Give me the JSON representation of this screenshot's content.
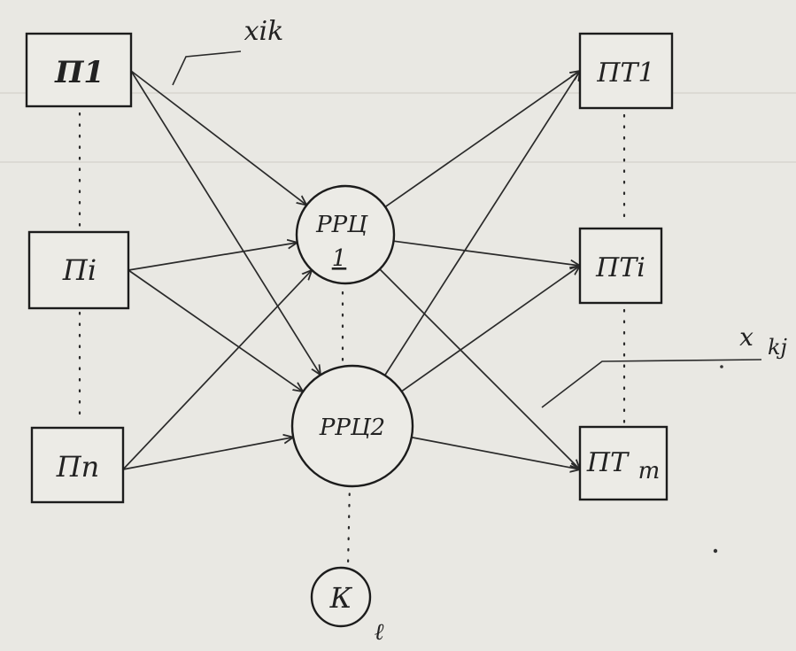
{
  "sources": [
    {
      "id": "s1",
      "label": "П1"
    },
    {
      "id": "si",
      "label": "Пi"
    },
    {
      "id": "sn",
      "label": "Пn"
    }
  ],
  "routers": [
    {
      "id": "r1",
      "label_top": "РРЦ",
      "label_bottom": "1"
    },
    {
      "id": "r2",
      "label": "РРЦ2"
    },
    {
      "id": "rk",
      "label": "К",
      "subscript": "ℓ"
    }
  ],
  "targets": [
    {
      "id": "t1",
      "label": "ПТ1"
    },
    {
      "id": "ti",
      "label": "ПТi"
    },
    {
      "id": "tm",
      "label": "ПТ",
      "subscript": "m"
    }
  ],
  "edge_labels": {
    "source_to_router": "xik",
    "router_to_target_base": "x",
    "router_to_target_sub": "kj"
  },
  "edges": [
    [
      "s1",
      "r1"
    ],
    [
      "s1",
      "r2"
    ],
    [
      "si",
      "r1"
    ],
    [
      "si",
      "r2"
    ],
    [
      "sn",
      "r1"
    ],
    [
      "sn",
      "r2"
    ],
    [
      "r1",
      "t1"
    ],
    [
      "r1",
      "ti"
    ],
    [
      "r1",
      "tm"
    ],
    [
      "r2",
      "t1"
    ],
    [
      "r2",
      "ti"
    ],
    [
      "r2",
      "tm"
    ]
  ]
}
